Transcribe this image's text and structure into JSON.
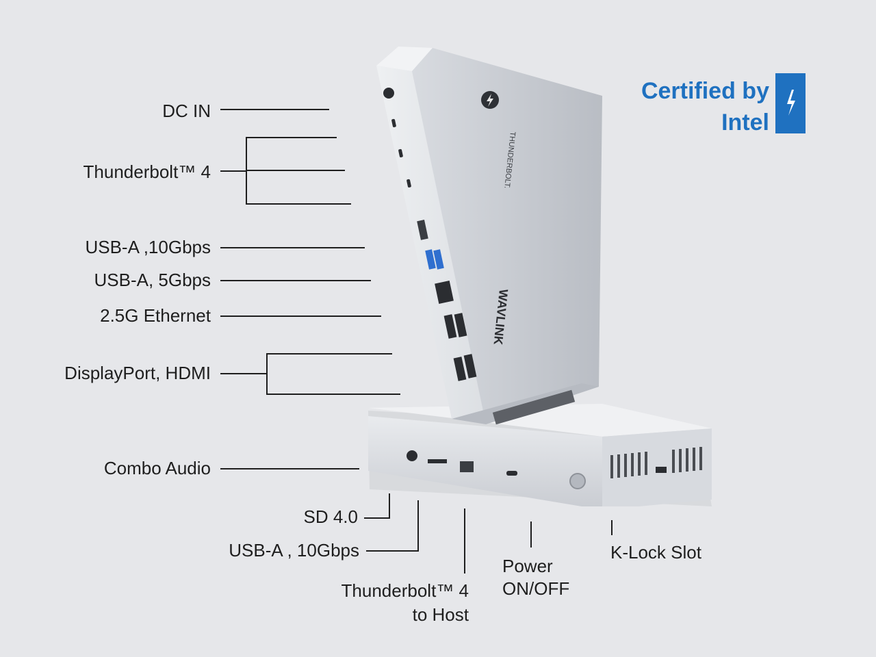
{
  "badge": {
    "line1": "Certified by",
    "line2": "Intel",
    "icon": "thunderbolt-bolt-icon",
    "color": "#1f71c0"
  },
  "product": {
    "upright_brand": "THUNDERBOLT.",
    "upright_logo": "WAVLINK",
    "body_color": "#c9ccd1"
  },
  "left_labels": {
    "dc_in": "DC IN",
    "thunderbolt4": "Thunderbolt™ 4",
    "usba_10": "USB-A ,10Gbps",
    "usba_5": "USB-A, 5Gbps",
    "ethernet": "2.5G Ethernet",
    "dp_hdmi": "DisplayPort, HDMI",
    "audio": "Combo  Audio"
  },
  "bottom_labels": {
    "sd": "SD 4.0",
    "usba_front": "USB-A , 10Gbps",
    "tb_host_1": "Thunderbolt™ 4",
    "tb_host_2": "to Host",
    "power_1": "Power",
    "power_2": "ON/OFF",
    "klock": "K-Lock Slot"
  }
}
